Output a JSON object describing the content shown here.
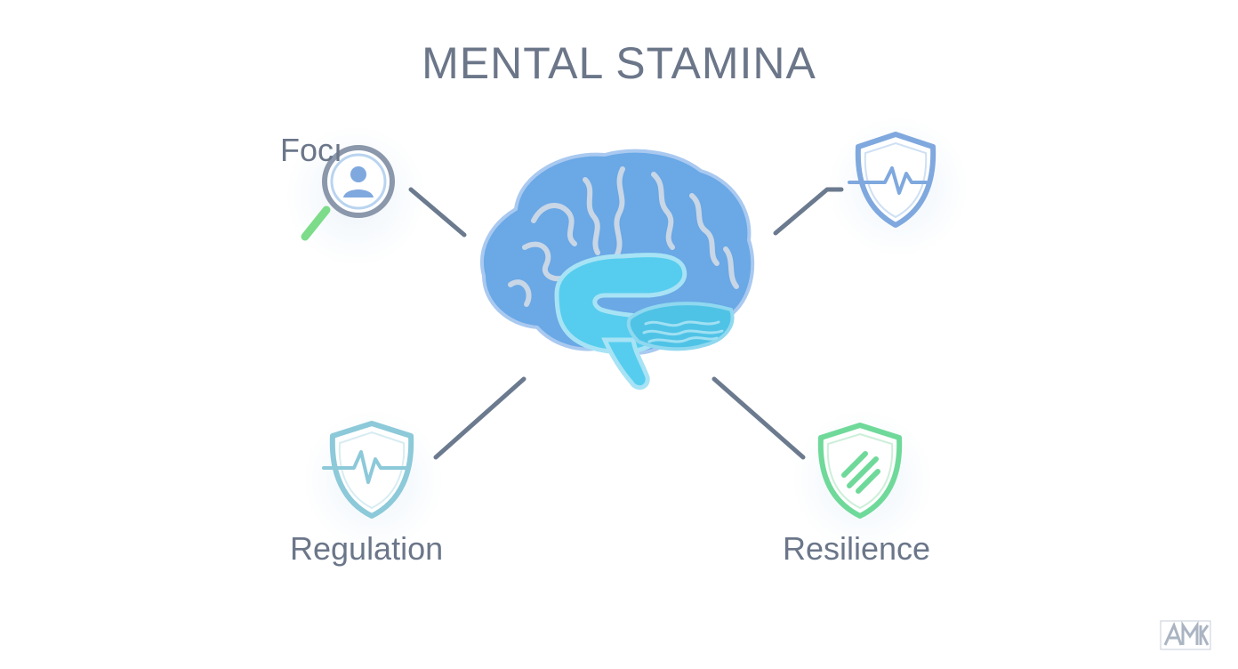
{
  "title": "MENTAL STAMINA",
  "nodes": {
    "focus": {
      "label": "Focı",
      "icon": "magnifier-person-icon"
    },
    "top_right": {
      "label": "",
      "icon": "shield-heartbeat-icon"
    },
    "regulation": {
      "label": "Regulation",
      "icon": "shield-heartbeat-icon"
    },
    "resilience": {
      "label": "Resilience",
      "icon": "shield-stripes-icon"
    }
  },
  "center": {
    "icon": "brain-icon"
  },
  "colors": {
    "text": "#6b7689",
    "connector": "#6b7a8e",
    "brain": "#6aa8e6",
    "brain_light": "#56cdee",
    "shield_blue": "#7fa8de",
    "shield_teal": "#8cc9d9",
    "shield_green": "#6fd99a",
    "magnifier_green": "#7ddc89"
  }
}
